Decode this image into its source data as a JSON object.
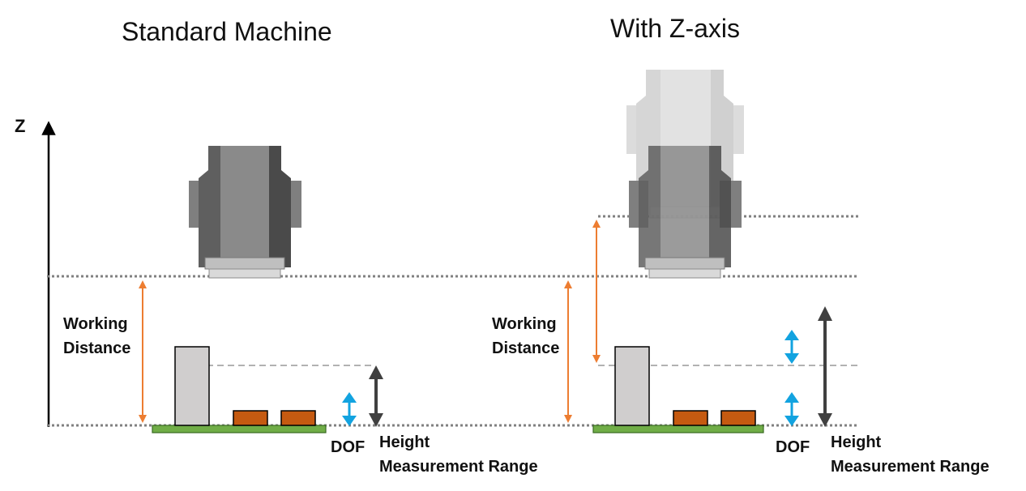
{
  "titles": {
    "left": "Standard Machine",
    "right": "With Z-axis"
  },
  "axis_label": "Z",
  "labels": {
    "working_distance_line1": "Working",
    "working_distance_line2": "Distance",
    "dof": "DOF",
    "height_range_line1": "Height",
    "height_range_line2": "Measurement Range"
  },
  "colors": {
    "orange_arrow": "#ED7D31",
    "blue_arrow": "#12A3E0",
    "dark_arrow": "#404040",
    "pcb": "#70AD47",
    "component": "#C55A11",
    "tall_component": "#D0CECE",
    "camera_dark": "#595959",
    "camera_mid": "#808080",
    "camera_ghost": "#D0D0D0"
  }
}
